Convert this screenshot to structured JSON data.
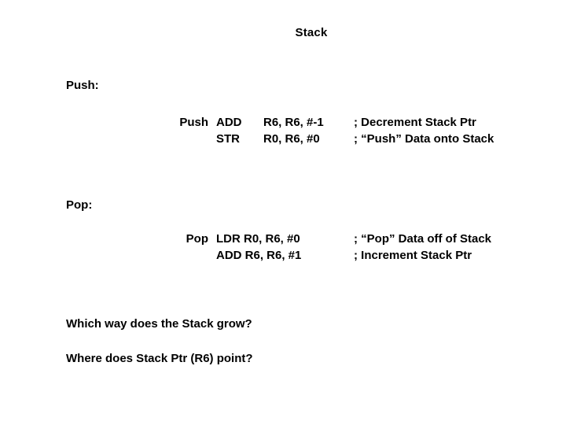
{
  "slide": {
    "title": "Stack",
    "sections": {
      "push": {
        "heading": "Push:",
        "rows": [
          {
            "label": "Push",
            "opcode": "ADD",
            "operands": "R6, R6, #-1",
            "comment": "; Decrement Stack Ptr"
          },
          {
            "label": "",
            "opcode": "STR",
            "operands": "R0, R6, #0",
            "comment": "; “Push” Data onto Stack"
          }
        ]
      },
      "pop": {
        "heading": "Pop:",
        "rows": [
          {
            "label": "Pop",
            "instruction": "LDR R0, R6, #0",
            "comment": "; “Pop” Data off of Stack"
          },
          {
            "label": "",
            "instruction": "ADD R6, R6, #1",
            "comment": "; Increment Stack Ptr"
          }
        ]
      }
    },
    "questions": [
      "Which way does the Stack grow?",
      "Where does Stack Ptr (R6) point?"
    ]
  }
}
